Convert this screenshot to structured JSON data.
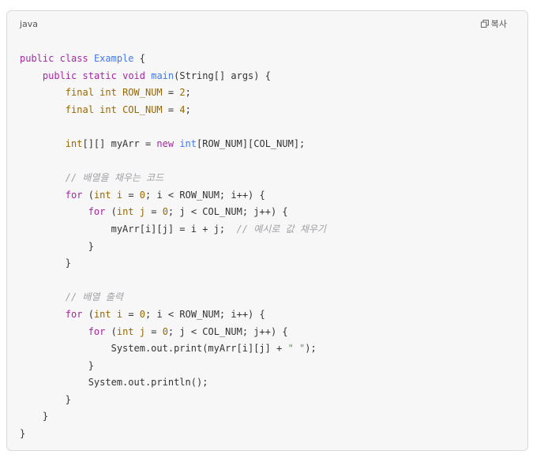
{
  "header": {
    "language": "java",
    "copy_label": "복사"
  },
  "code": {
    "lines": [
      [
        {
          "t": "public",
          "c": "kw"
        },
        {
          "t": " ",
          "c": "pl"
        },
        {
          "t": "class",
          "c": "kw"
        },
        {
          "t": " ",
          "c": "pl"
        },
        {
          "t": "Example",
          "c": "fn"
        },
        {
          "t": " {",
          "c": "pl"
        }
      ],
      [
        {
          "t": "    ",
          "c": "pl"
        },
        {
          "t": "public",
          "c": "kw"
        },
        {
          "t": " ",
          "c": "pl"
        },
        {
          "t": "static",
          "c": "kw"
        },
        {
          "t": " ",
          "c": "pl"
        },
        {
          "t": "void",
          "c": "kw"
        },
        {
          "t": " ",
          "c": "pl"
        },
        {
          "t": "main",
          "c": "fn"
        },
        {
          "t": "(String[] args) {",
          "c": "pl"
        }
      ],
      [
        {
          "t": "        ",
          "c": "pl"
        },
        {
          "t": "final",
          "c": "tp"
        },
        {
          "t": " ",
          "c": "pl"
        },
        {
          "t": "int",
          "c": "tp"
        },
        {
          "t": " ",
          "c": "pl"
        },
        {
          "t": "ROW_NUM",
          "c": "tp"
        },
        {
          "t": " = ",
          "c": "pl"
        },
        {
          "t": "2",
          "c": "num"
        },
        {
          "t": ";",
          "c": "pl"
        }
      ],
      [
        {
          "t": "        ",
          "c": "pl"
        },
        {
          "t": "final",
          "c": "tp"
        },
        {
          "t": " ",
          "c": "pl"
        },
        {
          "t": "int",
          "c": "tp"
        },
        {
          "t": " ",
          "c": "pl"
        },
        {
          "t": "COL_NUM",
          "c": "tp"
        },
        {
          "t": " = ",
          "c": "pl"
        },
        {
          "t": "4",
          "c": "num"
        },
        {
          "t": ";",
          "c": "pl"
        }
      ],
      [],
      [
        {
          "t": "        ",
          "c": "pl"
        },
        {
          "t": "int",
          "c": "tp"
        },
        {
          "t": "[][] myArr = ",
          "c": "pl"
        },
        {
          "t": "new",
          "c": "kw"
        },
        {
          "t": " ",
          "c": "pl"
        },
        {
          "t": "int",
          "c": "fn"
        },
        {
          "t": "[ROW_NUM][COL_NUM];",
          "c": "pl"
        }
      ],
      [],
      [
        {
          "t": "        ",
          "c": "pl"
        },
        {
          "t": "// 배열을 채우는 코드",
          "c": "cm"
        }
      ],
      [
        {
          "t": "        ",
          "c": "pl"
        },
        {
          "t": "for",
          "c": "kw"
        },
        {
          "t": " (",
          "c": "pl"
        },
        {
          "t": "int",
          "c": "tp"
        },
        {
          "t": " ",
          "c": "pl"
        },
        {
          "t": "i",
          "c": "tp"
        },
        {
          "t": " = ",
          "c": "pl"
        },
        {
          "t": "0",
          "c": "num"
        },
        {
          "t": "; i < ROW_NUM; i++) {",
          "c": "pl"
        }
      ],
      [
        {
          "t": "            ",
          "c": "pl"
        },
        {
          "t": "for",
          "c": "kw"
        },
        {
          "t": " (",
          "c": "pl"
        },
        {
          "t": "int",
          "c": "tp"
        },
        {
          "t": " ",
          "c": "pl"
        },
        {
          "t": "j",
          "c": "tp"
        },
        {
          "t": " = ",
          "c": "pl"
        },
        {
          "t": "0",
          "c": "num"
        },
        {
          "t": "; j < COL_NUM; j++) {",
          "c": "pl"
        }
      ],
      [
        {
          "t": "                ",
          "c": "pl"
        },
        {
          "t": "myArr[i][j] = i + j;  ",
          "c": "pl"
        },
        {
          "t": "// 예시로 값 채우기",
          "c": "cm"
        }
      ],
      [
        {
          "t": "            }",
          "c": "pl"
        }
      ],
      [
        {
          "t": "        }",
          "c": "pl"
        }
      ],
      [],
      [
        {
          "t": "        ",
          "c": "pl"
        },
        {
          "t": "// 배열 출력",
          "c": "cm"
        }
      ],
      [
        {
          "t": "        ",
          "c": "pl"
        },
        {
          "t": "for",
          "c": "kw"
        },
        {
          "t": " (",
          "c": "pl"
        },
        {
          "t": "int",
          "c": "tp"
        },
        {
          "t": " ",
          "c": "pl"
        },
        {
          "t": "i",
          "c": "tp"
        },
        {
          "t": " = ",
          "c": "pl"
        },
        {
          "t": "0",
          "c": "num"
        },
        {
          "t": "; i < ROW_NUM; i++) {",
          "c": "pl"
        }
      ],
      [
        {
          "t": "            ",
          "c": "pl"
        },
        {
          "t": "for",
          "c": "kw"
        },
        {
          "t": " (",
          "c": "pl"
        },
        {
          "t": "int",
          "c": "tp"
        },
        {
          "t": " ",
          "c": "pl"
        },
        {
          "t": "j",
          "c": "tp"
        },
        {
          "t": " = ",
          "c": "pl"
        },
        {
          "t": "0",
          "c": "num"
        },
        {
          "t": "; j < COL_NUM; j++) {",
          "c": "pl"
        }
      ],
      [
        {
          "t": "                System.out.print(myArr[i][j] + ",
          "c": "pl"
        },
        {
          "t": "\" \"",
          "c": "str"
        },
        {
          "t": ");",
          "c": "pl"
        }
      ],
      [
        {
          "t": "            }",
          "c": "pl"
        }
      ],
      [
        {
          "t": "            System.out.println();",
          "c": "pl"
        }
      ],
      [
        {
          "t": "        }",
          "c": "pl"
        }
      ],
      [
        {
          "t": "    }",
          "c": "pl"
        }
      ],
      [
        {
          "t": "}",
          "c": "pl"
        }
      ]
    ]
  },
  "colors": {
    "keyword": "#a626a4",
    "function": "#4078f2",
    "type": "#986801",
    "string": "#50a14f",
    "comment": "#a0a1a7",
    "background": "#f7f7f7",
    "border": "#d9d9d9"
  },
  "icons": {
    "copy": "copy-icon"
  }
}
